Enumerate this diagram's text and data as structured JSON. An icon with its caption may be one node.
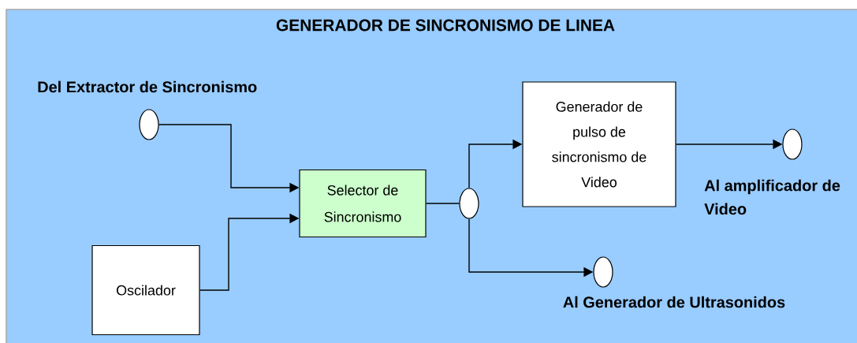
{
  "diagram": {
    "title": "GENERADOR DE SINCRONISMO DE LINEA",
    "nodes": [
      {
        "text": [],
        "shape": "circle",
        "beside": [
          "Del Extractor de Sincronismo"
        ]
      },
      {
        "text": [
          "Oscilador"
        ]
      },
      {
        "text": [
          "Selector de Sincronismo"
        ]
      },
      {
        "text": [],
        "shape": "circle"
      },
      {
        "text": [
          "Generador de pulso de sincronismo de Video"
        ]
      },
      {
        "text": [],
        "shape": "circle",
        "beside": [
          "Al amplificador de Video"
        ]
      },
      {
        "text": [],
        "shape": "circle",
        "beside": [
          "Al Generador de Ultrasonidos"
        ]
      }
    ],
    "edges": [
      {
        "from": 0,
        "to": 2,
        "arrow": "to"
      },
      {
        "from": 1,
        "to": 2,
        "arrow": "to"
      },
      {
        "from": 2,
        "to": 3,
        "arrow": "none"
      },
      {
        "from": 3,
        "to": 4,
        "arrow": "to"
      },
      {
        "from": 4,
        "to": 5,
        "arrow": "to"
      },
      {
        "from": 3,
        "to": 6,
        "arrow": "to"
      }
    ]
  }
}
